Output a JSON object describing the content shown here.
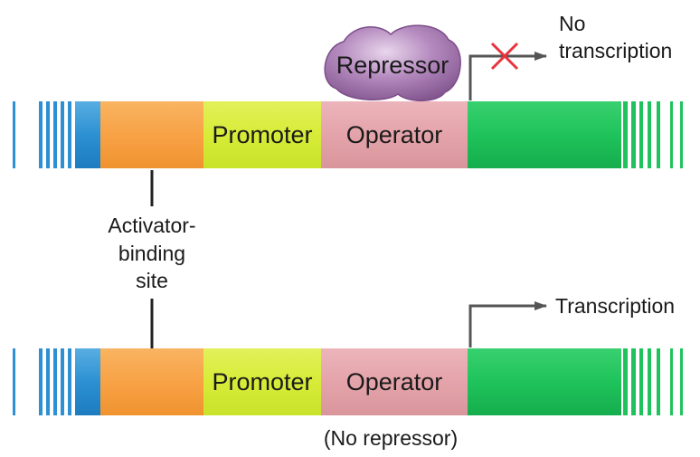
{
  "diagram": {
    "top_gene": {
      "promoter_label": "Promoter",
      "operator_label": "Operator",
      "repressor_label": "Repressor",
      "outcome_label_lines": [
        "No",
        "transcription"
      ]
    },
    "bottom_gene": {
      "promoter_label": "Promoter",
      "operator_label": "Operator",
      "outcome_label": "Transcription",
      "caption": "(No repressor)"
    },
    "activator_label_lines": [
      "Activator-",
      "binding",
      "site"
    ]
  },
  "colors": {
    "blue_region": "#2b8fd1",
    "activator_region": "#f6a34c",
    "promoter_region": "#d6ec36",
    "operator_region": "#e3a0a8",
    "gene_region": "#1dc25a",
    "repressor": "#9a6aa4",
    "blocked_mark": "#e8323c",
    "line": "#222222",
    "arrow": "#555555"
  }
}
